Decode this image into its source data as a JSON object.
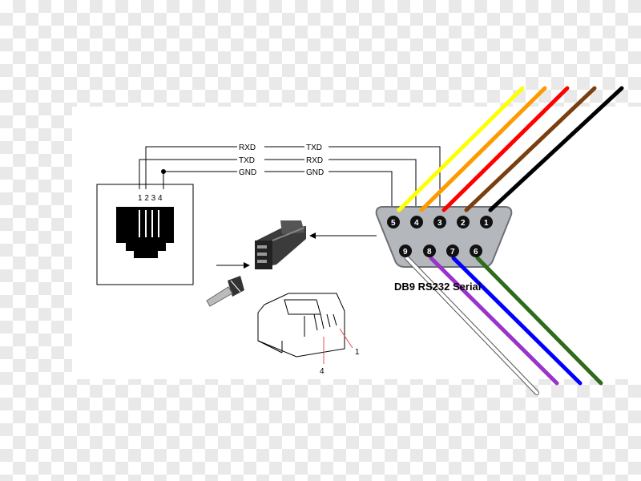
{
  "rj_connector": {
    "pin_numbers": "1 2 3 4"
  },
  "signal_lines": [
    {
      "rj_side": "RXD",
      "db9_side": "TXD"
    },
    {
      "rj_side": "TXD",
      "db9_side": "RXD"
    },
    {
      "rj_side": "GND",
      "db9_side": "GND"
    }
  ],
  "db9_connector": {
    "top_pins": [
      "5",
      "4",
      "3",
      "2",
      "1"
    ],
    "bottom_pins": [
      "9",
      "8",
      "7",
      "6"
    ],
    "caption": "DB9 RS232 Serial"
  },
  "plug_drawing": {
    "pin_label_right": "1",
    "pin_label_bottom": "4"
  },
  "wire_colors": {
    "pin5": "#ffff00",
    "pin4": "#ff9900",
    "pin3": "#ff0000",
    "pin2": "#7a3e0f",
    "pin1": "#000000",
    "pin9": "#ffffff",
    "pin8": "#9933cc",
    "pin7": "#0000ff",
    "pin6": "#2e6b1a"
  }
}
